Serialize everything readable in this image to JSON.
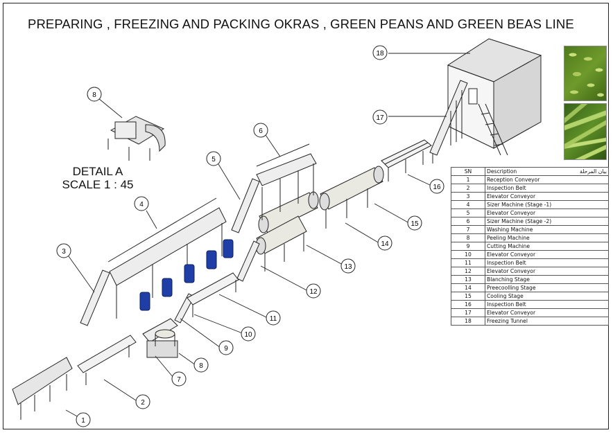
{
  "title": "PREPARING , FREEZING AND PACKING OKRAS , GREEN PEANS AND GREEN BEAS LINE",
  "detail": {
    "line1": "DETAIL A",
    "line2": "SCALE 1 : 45"
  },
  "callouts": [
    "1",
    "2",
    "3",
    "4",
    "5",
    "6",
    "7",
    "8",
    "8",
    "9",
    "10",
    "11",
    "12",
    "13",
    "14",
    "15",
    "16",
    "17",
    "18"
  ],
  "legend": {
    "headers": {
      "sn": "SN",
      "description": "Description",
      "arabic": "بيان المرحلة"
    },
    "rows": [
      {
        "sn": "1",
        "description": "Reception Conveyor"
      },
      {
        "sn": "2",
        "description": "Inspection Belt"
      },
      {
        "sn": "3",
        "description": "Elevator Conveyor"
      },
      {
        "sn": "4",
        "description": "Sizer Machine (Stage -1)"
      },
      {
        "sn": "5",
        "description": "Elevator Conveyor"
      },
      {
        "sn": "6",
        "description": "Sizer Machine (Stage -2)"
      },
      {
        "sn": "7",
        "description": "Washing Machine"
      },
      {
        "sn": "8",
        "description": "Peeling Machine"
      },
      {
        "sn": "9",
        "description": "Cutting Machine"
      },
      {
        "sn": "10",
        "description": "Elevator Conveyor"
      },
      {
        "sn": "11",
        "description": "Inspection Belt"
      },
      {
        "sn": "12",
        "description": "Elevator Conveyor"
      },
      {
        "sn": "13",
        "description": "Blanching Stage"
      },
      {
        "sn": "14",
        "description": "Preecoolling Stage"
      },
      {
        "sn": "15",
        "description": "Cooling Stage"
      },
      {
        "sn": "16",
        "description": "Inspection Belt"
      },
      {
        "sn": "17",
        "description": "Elevator Conveyor"
      },
      {
        "sn": "18",
        "description": "Freezing Tunnel"
      }
    ]
  },
  "colors": {
    "line": "#222222",
    "drum": "#e9e9e2",
    "bin": "#1f3ea8",
    "callout_fill": "#ffffff"
  }
}
